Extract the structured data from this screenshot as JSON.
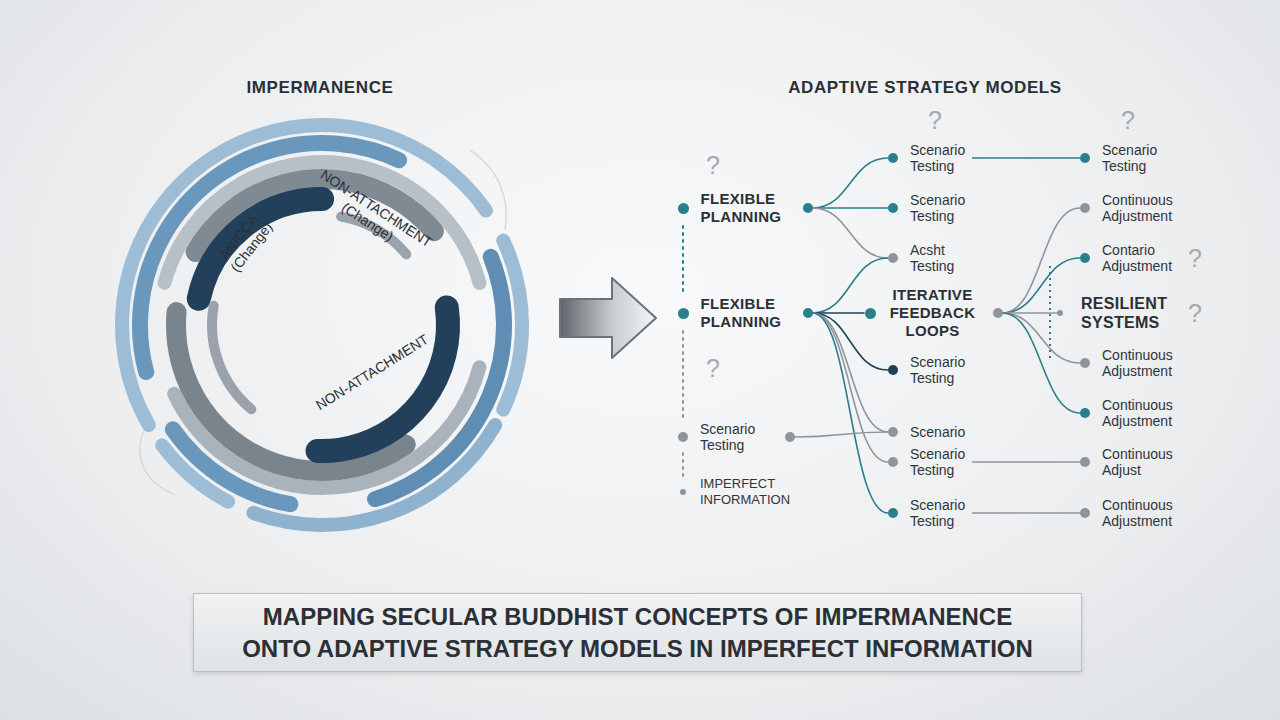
{
  "diagram": {
    "caption": "MAPPING SECULAR BUDDHIST CONCEPTS OF IMPERMANENCE ONTO ADAPTIVE STRATEGY MODELS IN IMPERFECT INFORMATION",
    "nodes": [
      {
        "text": [
          "IMPERMANENCE",
          "ANICCA (Change)",
          "NON-ATTACHMENT (Change)",
          "NON-ATTACHMENT"
        ]
      },
      {
        "text": [
          "FLEXIBLE PLANNING"
        ]
      },
      {
        "text": [
          "FLEXIBLE PLANNING"
        ]
      },
      {
        "text": [
          "Scenario Testing"
        ]
      },
      {
        "text": [
          "IMPERFECT INFORMATION"
        ]
      },
      {
        "text": [
          "Scenario Testing"
        ]
      },
      {
        "text": [
          "Scenario Testing"
        ]
      },
      {
        "text": [
          "Acsht Testing"
        ]
      },
      {
        "text": [
          "ITERATIVE FEEDBACK LOOPS"
        ]
      },
      {
        "text": [
          "Scenario Testing"
        ]
      },
      {
        "text": [
          "Scenario"
        ]
      },
      {
        "text": [
          "Scenario Testing"
        ]
      },
      {
        "text": [
          "Scenario Testing"
        ]
      },
      {
        "text": [
          "Scenario Testing"
        ]
      },
      {
        "text": [
          "Continuous Adjustment"
        ]
      },
      {
        "text": [
          "Contario Adjustment"
        ]
      },
      {
        "text": [
          "RESILIENT SYSTEMS"
        ]
      },
      {
        "text": [
          "Continuous Adjustment"
        ]
      },
      {
        "text": [
          "Continuous Adjustment"
        ]
      },
      {
        "text": [
          "Continuous Adjust"
        ]
      },
      {
        "text": [
          "Continuous Adjustment"
        ]
      }
    ],
    "edges": [
      {
        "from": 1,
        "to": 5,
        "arrow": "none"
      },
      {
        "from": 1,
        "to": 6,
        "arrow": "none"
      },
      {
        "from": 1,
        "to": 7,
        "arrow": "none"
      },
      {
        "from": 2,
        "to": 7,
        "arrow": "none"
      },
      {
        "from": 2,
        "to": 8,
        "arrow": "none"
      },
      {
        "from": 2,
        "to": 9,
        "arrow": "none"
      },
      {
        "from": 2,
        "to": 10,
        "arrow": "none"
      },
      {
        "from": 2,
        "to": 11,
        "arrow": "none"
      },
      {
        "from": 2,
        "to": 12,
        "arrow": "none"
      },
      {
        "from": 3,
        "to": 10,
        "arrow": "none"
      },
      {
        "from": 5,
        "to": 13,
        "arrow": "none"
      },
      {
        "from": 8,
        "to": 14,
        "arrow": "none"
      },
      {
        "from": 8,
        "to": 15,
        "arrow": "none"
      },
      {
        "from": 8,
        "to": 16,
        "arrow": "none"
      },
      {
        "from": 8,
        "to": 17,
        "arrow": "none"
      },
      {
        "from": 8,
        "to": 18,
        "arrow": "none"
      },
      {
        "from": 11,
        "to": 19,
        "arrow": "none"
      },
      {
        "from": 12,
        "to": 20,
        "arrow": "none"
      },
      {
        "from": 1,
        "to": 2,
        "arrow": "none"
      },
      {
        "from": 2,
        "to": 3,
        "arrow": "none"
      },
      {
        "from": 3,
        "to": 4,
        "arrow": "none"
      }
    ],
    "labels": [
      "ADAPTIVE STRATEGY MODELS",
      "?",
      "?",
      "?",
      "?",
      "?",
      "?"
    ]
  }
}
